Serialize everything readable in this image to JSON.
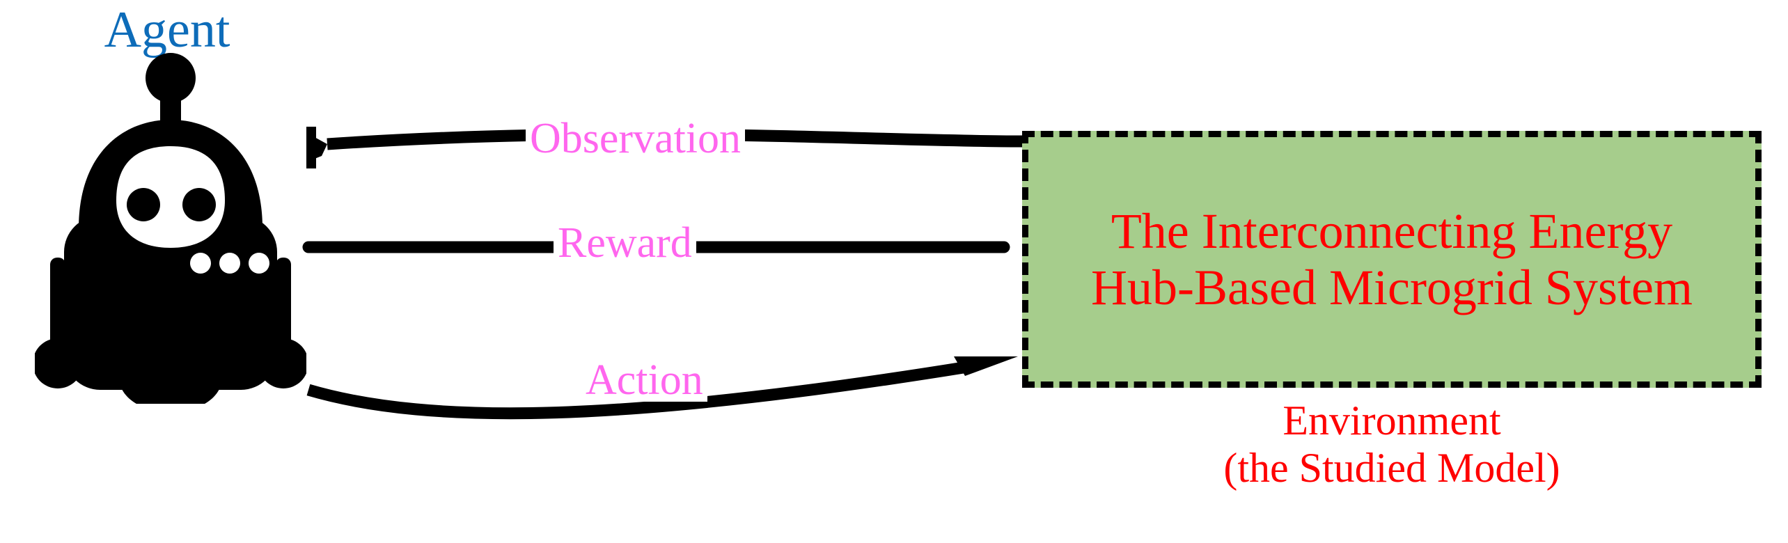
{
  "diagram": {
    "title": "Reinforcement learning agent-environment interaction loop",
    "background_color": "#ffffff"
  },
  "agent": {
    "label": "Agent",
    "label_color": "#0d6cb9",
    "icon": "robot-icon",
    "icon_color": "#000000"
  },
  "edges": [
    {
      "id": "observation",
      "label": "Observation",
      "label_color": "#ff66ee",
      "direction": "environment-to-agent",
      "arrowhead": "bar"
    },
    {
      "id": "reward",
      "label": "Reward",
      "label_color": "#ff66ee",
      "direction": "environment-to-agent",
      "arrowhead": "none"
    },
    {
      "id": "action",
      "label": "Action",
      "label_color": "#ff66ee",
      "direction": "agent-to-environment",
      "arrowhead": "triangle"
    }
  ],
  "environment": {
    "box_fill": "#a6cd8c",
    "box_border_color": "#000000",
    "box_border_style": "dashed",
    "text_color": "#ff0000",
    "title_line1": "The Interconnecting Energy",
    "title_line2": "Hub-Based Microgrid System",
    "caption_line1": "Environment",
    "caption_line2": "(the Studied Model)"
  }
}
